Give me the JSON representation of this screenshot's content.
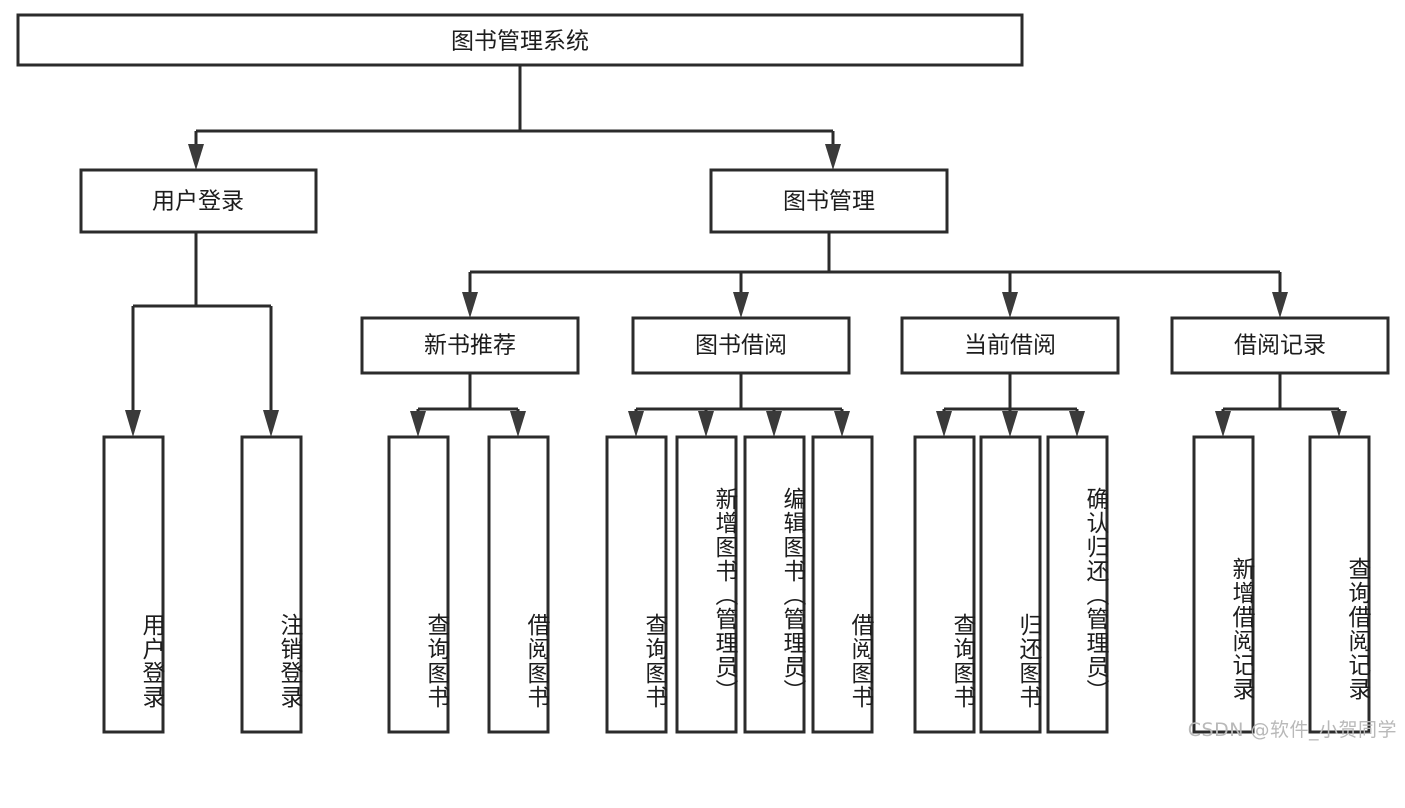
{
  "diagram": {
    "title": "图书管理系统",
    "type": "tree-hierarchy",
    "root": {
      "id": "root",
      "label": "图书管理系统",
      "orientation": "horizontal"
    },
    "level2": [
      {
        "id": "user-login",
        "label": "用户登录",
        "orientation": "horizontal"
      },
      {
        "id": "book-manage",
        "label": "图书管理",
        "orientation": "horizontal"
      }
    ],
    "level3": [
      {
        "id": "new-book-recommend",
        "label": "新书推荐",
        "parent": "book-manage",
        "orientation": "horizontal"
      },
      {
        "id": "book-borrow",
        "label": "图书借阅",
        "parent": "book-manage",
        "orientation": "horizontal"
      },
      {
        "id": "current-borrow",
        "label": "当前借阅",
        "parent": "book-manage",
        "orientation": "horizontal"
      },
      {
        "id": "borrow-record",
        "label": "借阅记录",
        "parent": "book-manage",
        "orientation": "horizontal"
      }
    ],
    "leaves": [
      {
        "id": "leaf-user-login",
        "label": "用户登录",
        "parent": "user-login",
        "orientation": "vertical"
      },
      {
        "id": "leaf-logout-login",
        "label": "注销登录",
        "parent": "user-login",
        "orientation": "vertical"
      },
      {
        "id": "leaf-query-book-1",
        "label": "查询图书",
        "parent": "new-book-recommend",
        "orientation": "vertical"
      },
      {
        "id": "leaf-borrow-book-1",
        "label": "借阅图书",
        "parent": "new-book-recommend",
        "orientation": "vertical"
      },
      {
        "id": "leaf-query-book-2",
        "label": "查询图书",
        "parent": "book-borrow",
        "orientation": "vertical"
      },
      {
        "id": "leaf-add-book",
        "label": "新增图书（管理员）",
        "parent": "book-borrow",
        "orientation": "vertical"
      },
      {
        "id": "leaf-edit-book",
        "label": "编辑图书（管理员）",
        "parent": "book-borrow",
        "orientation": "vertical"
      },
      {
        "id": "leaf-borrow-book-2",
        "label": "借阅图书",
        "parent": "book-borrow",
        "orientation": "vertical"
      },
      {
        "id": "leaf-query-book-3",
        "label": "查询图书",
        "parent": "current-borrow",
        "orientation": "vertical"
      },
      {
        "id": "leaf-return-book",
        "label": "归还图书",
        "parent": "current-borrow",
        "orientation": "vertical"
      },
      {
        "id": "leaf-confirm-return",
        "label": "确认归还（管理员）",
        "parent": "current-borrow",
        "orientation": "vertical"
      },
      {
        "id": "leaf-add-record",
        "label": "新增借阅记录",
        "parent": "borrow-record",
        "orientation": "vertical"
      },
      {
        "id": "leaf-query-record",
        "label": "查询借阅记录",
        "parent": "borrow-record",
        "orientation": "vertical"
      }
    ],
    "colors": {
      "box_fill": "#ffffff",
      "box_stroke": "#2b2b2b",
      "connector": "#2b2b2b",
      "text": "#1d1d1d",
      "background": "#ffffff",
      "watermark": "#b9b9b9"
    }
  },
  "watermark": {
    "text": "CSDN @软件_小贺同学"
  }
}
